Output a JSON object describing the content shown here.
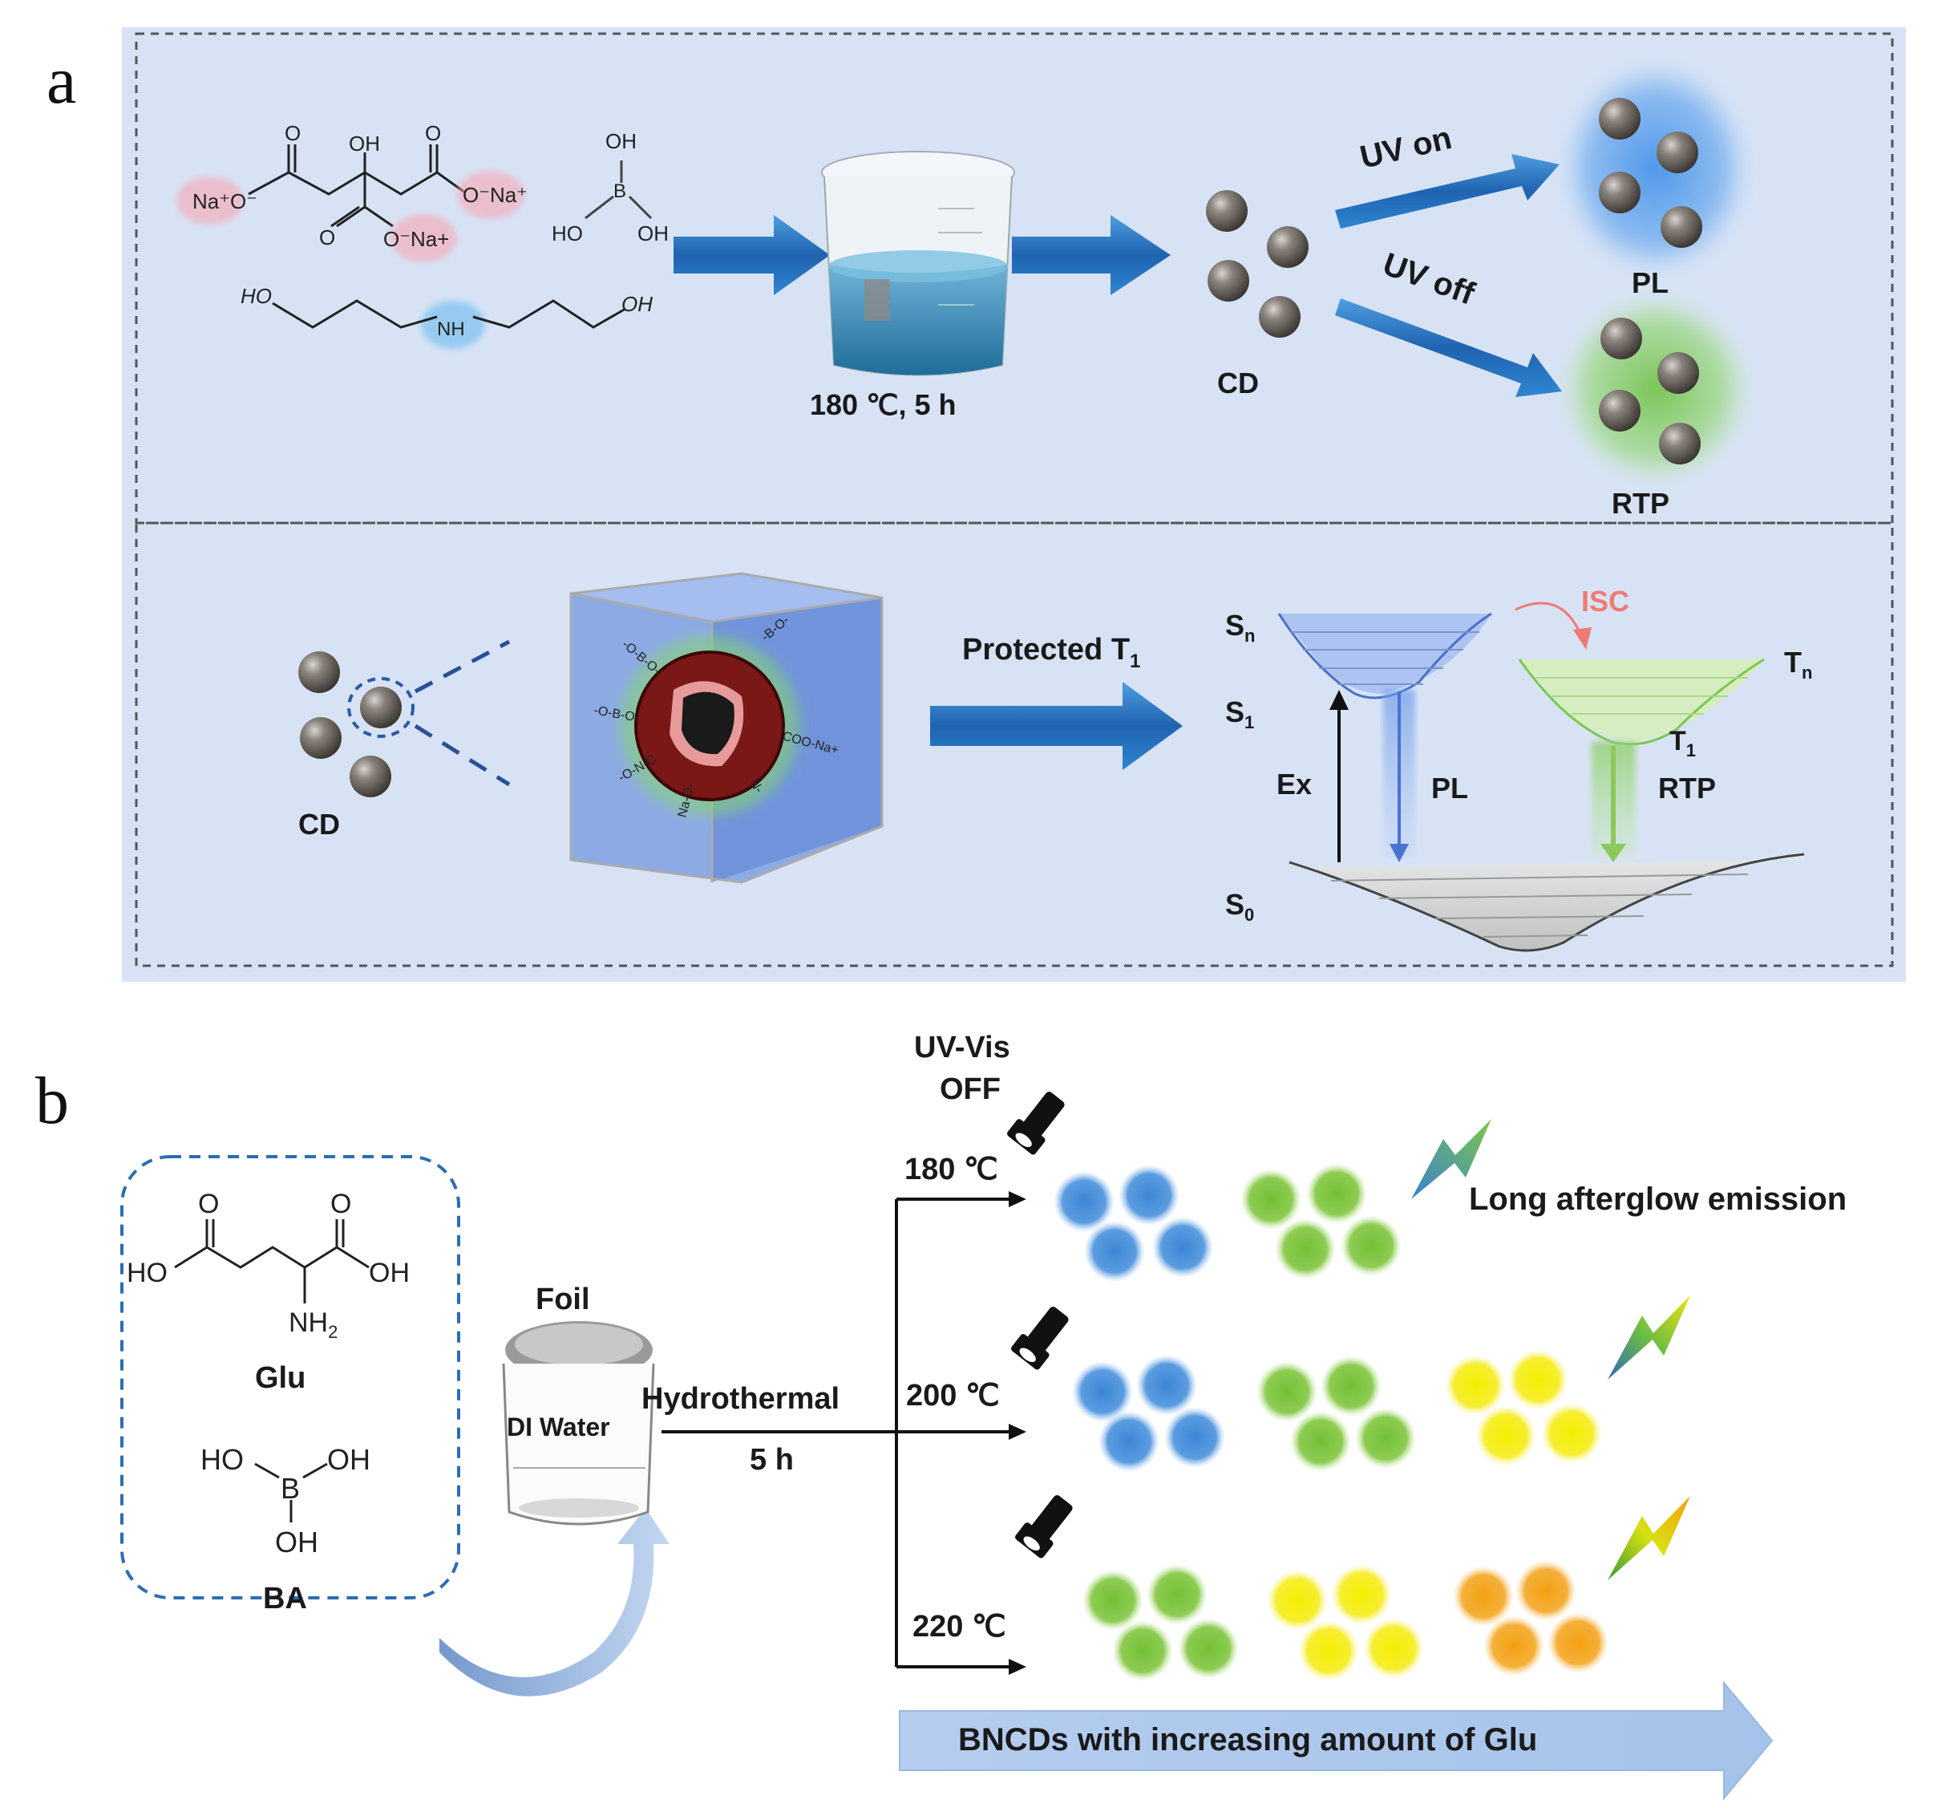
{
  "panel_a": {
    "letter": "a",
    "reactant1": {
      "na1": "Na⁺O⁻",
      "oh": "OH",
      "na2": "O⁻Na⁺",
      "na3": "O⁻Na+"
    },
    "boric_acid": {
      "oh_top": "OH",
      "b": "B",
      "ho": "HO",
      "oh_right": "OH"
    },
    "amine": {
      "ho": "HO",
      "nh": "NH",
      "oh": "OH"
    },
    "condition": "180 ℃,  5 h",
    "cd_label": "CD",
    "uv_on": "UV on",
    "uv_off": "UV off",
    "pl_label": "PL",
    "rtp_label": "RTP",
    "cd_label_2": "CD",
    "protected": "Protected T",
    "protected_sub": "1",
    "energy": {
      "sn": "S",
      "sn_sub": "n",
      "s1": "S",
      "s1_sub": "1",
      "s0": "S",
      "s0_sub": "0",
      "tn": "T",
      "tn_sub": "n",
      "t1": "T",
      "t1_sub": "1",
      "isc": "ISC",
      "ex": "Ex",
      "pl": "PL",
      "rtp": "RTP"
    },
    "cube_groups": [
      "-O-B-O-",
      "-O-B-O-",
      "-B-O-",
      "COO-Na+",
      "-O-N-C",
      "Na-O-",
      "N-"
    ]
  },
  "panel_b": {
    "letter": "b",
    "glu_label": "Glu",
    "glu_atoms": {
      "o1": "O",
      "o2": "O",
      "ho": "HO",
      "oh": "OH",
      "nh2": "NH",
      "nh2_sub": "2"
    },
    "ba_label": "BA",
    "ba_atoms": {
      "ho": "HO",
      "b": "B",
      "oh1": "OH",
      "oh2": "OH"
    },
    "foil": "Foil",
    "di_water": "DI Water",
    "hydrothermal": "Hydrothermal",
    "time": "5 h",
    "uv_vis": "UV-Vis",
    "off": "OFF",
    "temps": [
      "180 ℃",
      "200 ℃",
      "220 ℃"
    ],
    "long_afterglow": "Long afterglow emission",
    "bottom_arrow": "BNCDs with increasing  amount of Glu"
  },
  "colors": {
    "panel_bg": "#d7e3f5",
    "arrow_blue": "#2a6fb5",
    "particle": "#6b6560",
    "glow_blue": "#4a90e2",
    "glow_green": "#7cc84a",
    "dot_blue": "#4a8fd6",
    "dot_green": "#7cc23c",
    "dot_yellow": "#f2ea14",
    "dot_orange": "#f3a31c",
    "isc_red": "#ef7b74"
  }
}
